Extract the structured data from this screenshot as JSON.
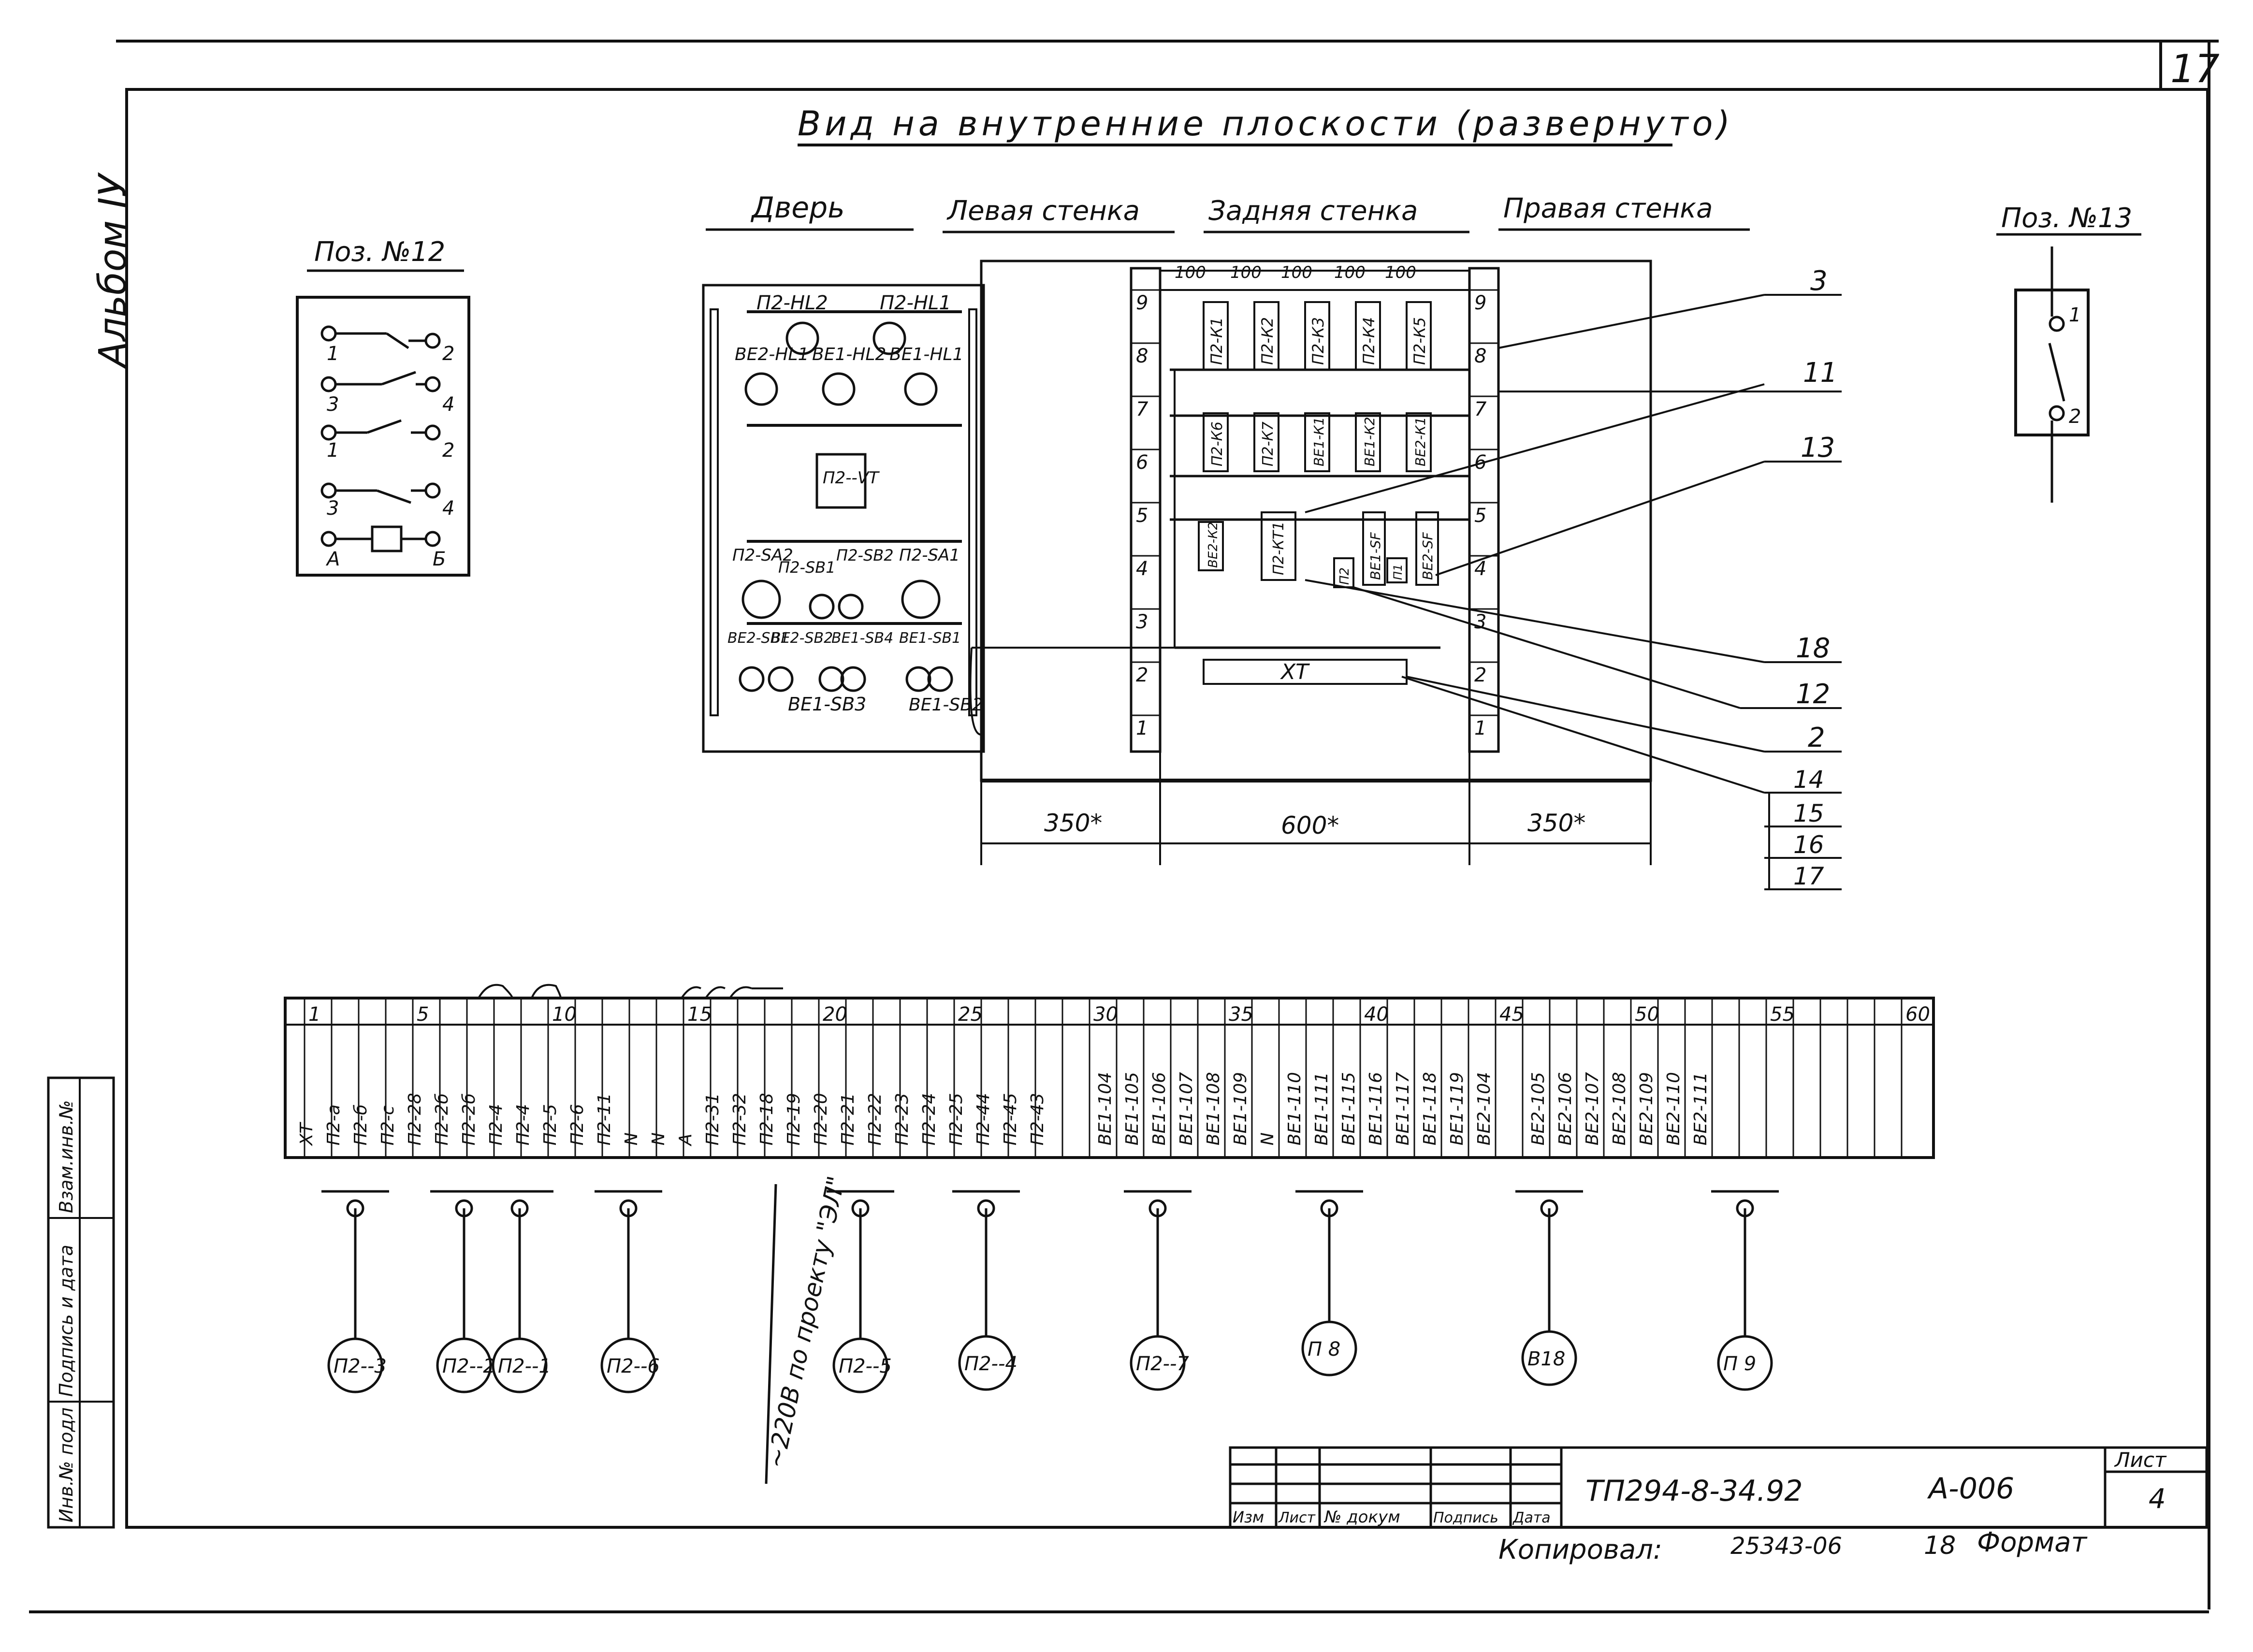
{
  "sheet": {
    "corner_number": "17",
    "album": "Альбом IУ",
    "title": "Вид на внутренние плоскости (развернуто)",
    "copied_by": "Копировал:",
    "copy_number": "25343-06",
    "format_prefix": "18",
    "format": "Формат"
  },
  "panels": {
    "door": "Дверь",
    "left_wall": "Левая стенка",
    "back_wall": "Задняя стенка",
    "right_wall": "Правая стенка"
  },
  "pos12": {
    "title": "Поз. №12",
    "contacts": [
      "1",
      "2",
      "3",
      "4",
      "1",
      "2",
      "3",
      "4"
    ],
    "coil": [
      "А",
      "Б"
    ]
  },
  "pos13": {
    "title": "Поз. №13",
    "contacts": [
      "1",
      "2"
    ]
  },
  "door_labels": [
    "П2-НL2",
    "П2-НL1",
    "ВЕ2-НL1",
    "ВЕ1-НL2",
    "ВЕ1-НL1",
    "П2--VT",
    "П2-SA2",
    "П2-SB1",
    "П2-SB2",
    "П2-SA1",
    "ВЕ2-SB1",
    "ВЕ2-SB2",
    "ВЕ1-SB4",
    "ВЕ1-SB1",
    "ВЕ1-SB3",
    "ВЕ1-SB2"
  ],
  "back_top": [
    "100",
    "100",
    "100",
    "100",
    "100"
  ],
  "back_row1": [
    "П2-К1",
    "П2-К2",
    "П2-К3",
    "П2-К4",
    "П2-К5"
  ],
  "back_row2": [
    "П2-К6",
    "П2-К7",
    "ВЕ1-К1",
    "ВЕ1-К2",
    "ВЕ2-К1"
  ],
  "back_row3": [
    "ВЕ2-К2",
    "П2-КТ1",
    "П2",
    "ВЕ1-SF",
    "П1",
    "ВЕ2-SF"
  ],
  "xt_label": "ХТ",
  "rail_numbers": [
    "9",
    "8",
    "7",
    "6",
    "5",
    "4",
    "3",
    "2",
    "1"
  ],
  "callouts": [
    "3",
    "11",
    "13",
    "18",
    "12",
    "2",
    "14",
    "15",
    "16",
    "17"
  ],
  "dims": [
    "350*",
    "600*",
    "350*"
  ],
  "terminals": {
    "numbers": [
      "1",
      "5",
      "10",
      "15",
      "20",
      "25",
      "30",
      "35",
      "40",
      "45",
      "50",
      "55",
      "60"
    ],
    "labels": [
      "ХТ",
      "П2-а",
      "П2-б",
      "П2-с",
      "П2-28",
      "П2-2б",
      "П2-2б",
      "П2-4",
      "П2-4",
      "П2-5",
      "П2-6",
      "П2-11",
      "N",
      "N",
      "А",
      "П2-31",
      "П2-32",
      "П2-18",
      "П2-19",
      "П2-20",
      "П2-21",
      "П2-22",
      "П2-23",
      "П2-24",
      "П2-25",
      "П2-44",
      "П2-45",
      "П2-43",
      "ВЕ1-104",
      "ВЕ1-105",
      "ВЕ1-106",
      "ВЕ1-107",
      "ВЕ1-108",
      "ВЕ1-109",
      "N",
      "ВЕ1-110",
      "ВЕ1-111",
      "ВЕ1-115",
      "ВЕ1-116",
      "ВЕ1-117",
      "ВЕ1-118",
      "ВЕ1-119",
      "ВЕ2-104",
      "ВЕ2-105",
      "ВЕ2-106",
      "ВЕ2-107",
      "ВЕ2-108",
      "ВЕ2-109",
      "ВЕ2-110",
      "ВЕ2-111"
    ]
  },
  "cables": [
    "П2--3",
    "П2--2",
    "П2--1",
    "П2--6",
    "П2--5",
    "П2--4",
    "П2--7",
    "П 8",
    "В18",
    "П 9"
  ],
  "feed_note": "~220В по проекту \"ЭЛ\"",
  "stamp": {
    "doc_code": "ТП294-8-34.92",
    "sheet_code": "А-006",
    "sheet_label": "Лист",
    "sheet_no": "4",
    "cols": [
      "Изм",
      "Лист",
      "№ докум",
      "Подпись",
      "Дата"
    ]
  },
  "side_stamp": [
    "Инв.№ подл",
    "Подпись и дата",
    "Взам.инв.№"
  ]
}
